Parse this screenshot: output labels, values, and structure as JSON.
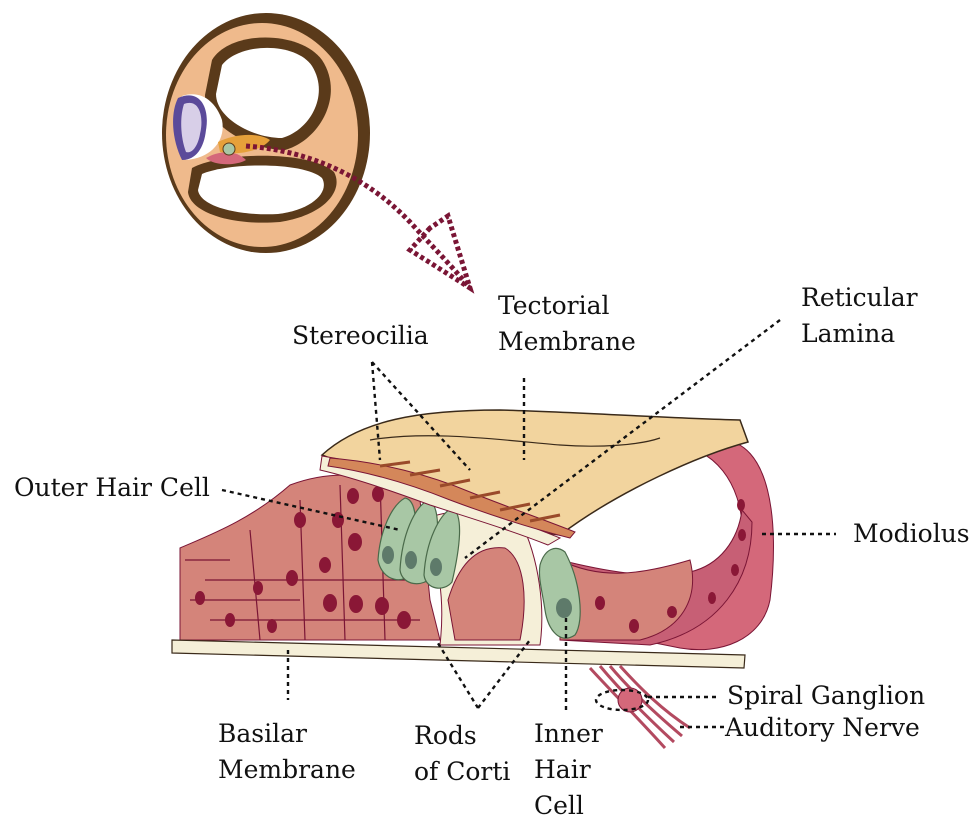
{
  "labels": {
    "stereocilia": "Stereocilia",
    "tectorial": [
      "Tectorial",
      "Membrane"
    ],
    "reticular": [
      "Reticular",
      "Lamina"
    ],
    "outer_hair_cell": "Outer Hair Cell",
    "modiolus": "Modiolus",
    "spiral_ganglion": "Spiral Ganglion",
    "auditory_nerve": "Auditory Nerve",
    "basilar": [
      "Basilar",
      "Membrane"
    ],
    "rods": [
      "Rods",
      "of Corti"
    ],
    "inner_hair_cell": [
      "Inner",
      "Hair",
      "Cell"
    ]
  },
  "colors": {
    "bone_dark": "#5a3a1a",
    "bone_light": "#efba8c",
    "tectorial": "#f2d49e",
    "tissue": "#d4847a",
    "tissue_dark": "#c75f75",
    "hair_cell": "#a8c7a5",
    "nucleus": "#8a1736",
    "basilar": "#f5efd8",
    "arrow": "#7a1535"
  }
}
